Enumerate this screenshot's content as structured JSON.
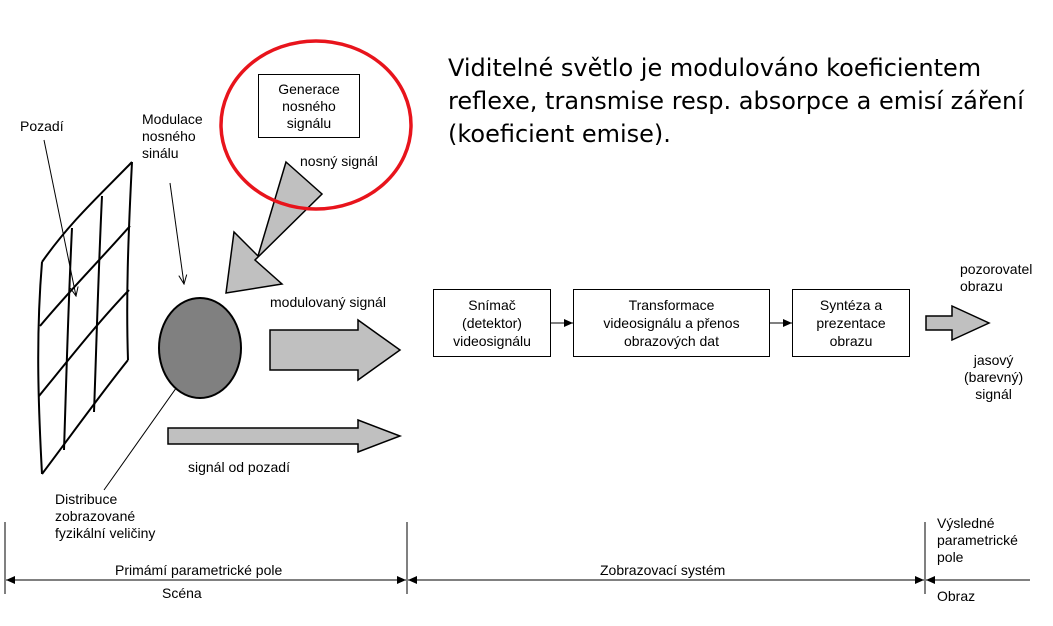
{
  "note": {
    "lines": [
      "Viditelné světlo je modulováno koeficientem",
      "reflexe, transmise resp. absorpce a emisí záření",
      "(koeficient emise)."
    ]
  },
  "labels": {
    "pozadi": "Pozadí",
    "modulace": [
      "Modulace",
      "nosného",
      "sinálu"
    ],
    "generace": [
      "Generace",
      "nosného",
      "signálu"
    ],
    "nosny_signal": "nosný signál",
    "modulovany_signal": "modulovaný signál",
    "signal_od_pozadi": "signál od pozadí",
    "distribuce": [
      "Distribuce",
      "zobrazované",
      "fyzikální veličiny"
    ],
    "snimac": [
      "Snímač",
      "(detektor)",
      "videosignálu"
    ],
    "transformace": [
      "Transformace",
      "videosignálu a přenos",
      "obrazových dat"
    ],
    "synteza": [
      "Syntéza a",
      "prezentace",
      "obrazu"
    ],
    "pozorovatel": [
      "pozorovatel",
      "obrazu"
    ],
    "jasovy": [
      "jasový",
      "(barevný)",
      "signál"
    ],
    "vysledne": [
      "Výsledné",
      "parametrické",
      "pole"
    ],
    "primarni_pole": "Primámí parametrické pole",
    "zobrazovaci_system": "Zobrazovací systém",
    "scena": "Scéna",
    "obraz": "Obraz"
  },
  "colors": {
    "highlight_circle": "#e8141c",
    "arrow_fill": "#c0c0c0",
    "object_fill": "#808080"
  }
}
